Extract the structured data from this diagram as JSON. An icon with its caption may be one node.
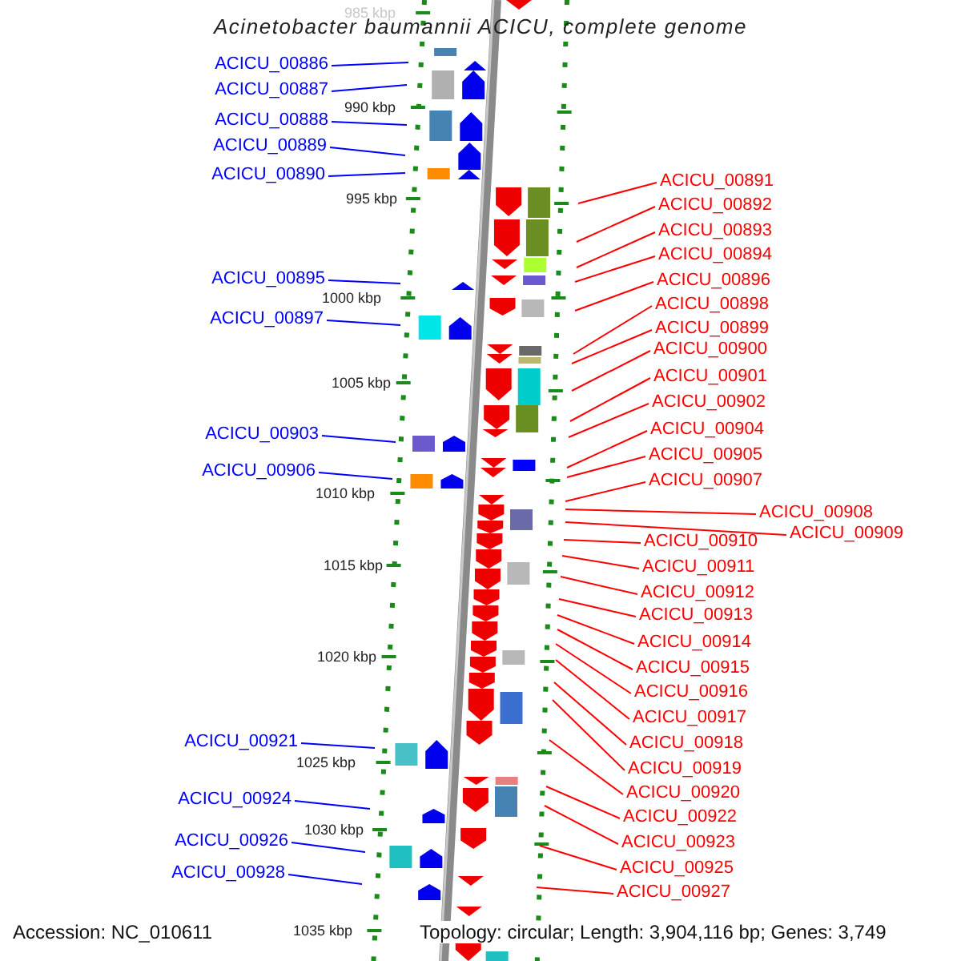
{
  "diagram": {
    "title": "Acinetobacter baumannii ACICU, complete genome",
    "nodes": [
      {
        "text": [
          "ACICU_00886"
        ]
      },
      {
        "text": [
          "ACICU_00887"
        ]
      },
      {
        "text": [
          "ACICU_00888"
        ]
      },
      {
        "text": [
          "ACICU_00889"
        ]
      },
      {
        "text": [
          "ACICU_00890"
        ]
      },
      {
        "text": [
          "ACICU_00895"
        ]
      },
      {
        "text": [
          "ACICU_00897"
        ]
      },
      {
        "text": [
          "ACICU_00903"
        ]
      },
      {
        "text": [
          "ACICU_00906"
        ]
      },
      {
        "text": [
          "ACICU_00921"
        ]
      },
      {
        "text": [
          "ACICU_00924"
        ]
      },
      {
        "text": [
          "ACICU_00926"
        ]
      },
      {
        "text": [
          "ACICU_00928"
        ]
      },
      {
        "text": [
          "ACICU_00891"
        ]
      },
      {
        "text": [
          "ACICU_00892"
        ]
      },
      {
        "text": [
          "ACICU_00893"
        ]
      },
      {
        "text": [
          "ACICU_00894"
        ]
      },
      {
        "text": [
          "ACICU_00896"
        ]
      },
      {
        "text": [
          "ACICU_00898"
        ]
      },
      {
        "text": [
          "ACICU_00899"
        ]
      },
      {
        "text": [
          "ACICU_00900"
        ]
      },
      {
        "text": [
          "ACICU_00901"
        ]
      },
      {
        "text": [
          "ACICU_00902"
        ]
      },
      {
        "text": [
          "ACICU_00904"
        ]
      },
      {
        "text": [
          "ACICU_00905"
        ]
      },
      {
        "text": [
          "ACICU_00907"
        ]
      },
      {
        "text": [
          "ACICU_00908"
        ]
      },
      {
        "text": [
          "ACICU_00909"
        ]
      },
      {
        "text": [
          "ACICU_00910"
        ]
      },
      {
        "text": [
          "ACICU_00911"
        ]
      },
      {
        "text": [
          "ACICU_00912"
        ]
      },
      {
        "text": [
          "ACICU_00913"
        ]
      },
      {
        "text": [
          "ACICU_00914"
        ]
      },
      {
        "text": [
          "ACICU_00915"
        ]
      },
      {
        "text": [
          "ACICU_00916"
        ]
      },
      {
        "text": [
          "ACICU_00917"
        ]
      },
      {
        "text": [
          "ACICU_00918"
        ]
      },
      {
        "text": [
          "ACICU_00919"
        ]
      },
      {
        "text": [
          "ACICU_00920"
        ]
      },
      {
        "text": [
          "ACICU_00922"
        ]
      },
      {
        "text": [
          "ACICU_00923"
        ]
      },
      {
        "text": [
          "ACICU_00925"
        ]
      },
      {
        "text": [
          "ACICU_00927"
        ]
      }
    ],
    "edges": [
      {
        "from": 0,
        "to": null,
        "arrow": "none",
        "color": "#0000ff"
      },
      {
        "from": 1,
        "to": null,
        "arrow": "none",
        "color": "#0000ff"
      },
      {
        "from": 2,
        "to": null,
        "arrow": "none",
        "color": "#0000ff"
      },
      {
        "from": 3,
        "to": null,
        "arrow": "none",
        "color": "#0000ff"
      },
      {
        "from": 4,
        "to": null,
        "arrow": "none",
        "color": "#0000ff"
      },
      {
        "from": 5,
        "to": null,
        "arrow": "none",
        "color": "#0000ff"
      },
      {
        "from": 6,
        "to": null,
        "arrow": "none",
        "color": "#0000ff"
      },
      {
        "from": 7,
        "to": null,
        "arrow": "none",
        "color": "#0000ff"
      },
      {
        "from": 8,
        "to": null,
        "arrow": "none",
        "color": "#0000ff"
      },
      {
        "from": 9,
        "to": null,
        "arrow": "none",
        "color": "#0000ff"
      },
      {
        "from": 10,
        "to": null,
        "arrow": "none",
        "color": "#0000ff"
      },
      {
        "from": 11,
        "to": null,
        "arrow": "none",
        "color": "#0000ff"
      },
      {
        "from": 12,
        "to": null,
        "arrow": "none",
        "color": "#0000ff"
      },
      {
        "from": 13,
        "to": null,
        "arrow": "none"
      },
      {
        "from": 14,
        "to": null,
        "arrow": "none"
      },
      {
        "from": 15,
        "to": null,
        "arrow": "none"
      },
      {
        "from": 16,
        "to": null,
        "arrow": "none"
      },
      {
        "from": 17,
        "to": null,
        "arrow": "none"
      },
      {
        "from": 18,
        "to": null,
        "arrow": "none"
      },
      {
        "from": 19,
        "to": null,
        "arrow": "none"
      },
      {
        "from": 20,
        "to": null,
        "arrow": "none"
      },
      {
        "from": 21,
        "to": null,
        "arrow": "none"
      },
      {
        "from": 22,
        "to": null,
        "arrow": "none"
      },
      {
        "from": 23,
        "to": null,
        "arrow": "none"
      },
      {
        "from": 24,
        "to": null,
        "arrow": "none"
      },
      {
        "from": 25,
        "to": null,
        "arrow": "none"
      },
      {
        "from": 26,
        "to": null,
        "arrow": "none"
      },
      {
        "from": 27,
        "to": null,
        "arrow": "none"
      },
      {
        "from": 28,
        "to": null,
        "arrow": "none"
      },
      {
        "from": 29,
        "to": null,
        "arrow": "none"
      },
      {
        "from": 30,
        "to": null,
        "arrow": "none"
      },
      {
        "from": 31,
        "to": null,
        "arrow": "none"
      },
      {
        "from": 32,
        "to": null,
        "arrow": "none"
      },
      {
        "from": 33,
        "to": null,
        "arrow": "none"
      },
      {
        "from": 34,
        "to": null,
        "arrow": "none"
      },
      {
        "from": 35,
        "to": null,
        "arrow": "none"
      },
      {
        "from": 36,
        "to": null,
        "arrow": "none"
      },
      {
        "from": 37,
        "to": null,
        "arrow": "none"
      },
      {
        "from": 38,
        "to": null,
        "arrow": "none"
      },
      {
        "from": 39,
        "to": null,
        "arrow": "none"
      },
      {
        "from": 40,
        "to": null,
        "arrow": "none"
      },
      {
        "from": 41,
        "to": null,
        "arrow": "none"
      },
      {
        "from": 42,
        "to": null,
        "arrow": "none"
      }
    ],
    "labels": [
      "985 kbp",
      "990 kbp",
      "995 kbp",
      "1000 kbp",
      "1005 kbp",
      "1010 kbp",
      "1015 kbp",
      "1020 kbp",
      "1025 kbp",
      "1030 kbp",
      "1035 kbp",
      "Accession: NC_010611",
      "Topology: circular; Length: 3,904,116 bp; Genes: 3,749"
    ]
  }
}
